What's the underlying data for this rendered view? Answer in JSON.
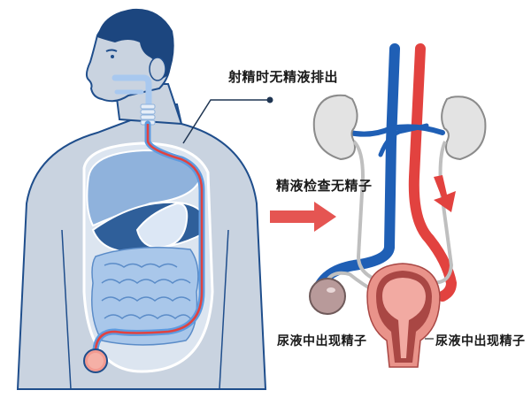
{
  "labels": {
    "no_ejaculate": "射精时无精液排出",
    "semen_no_sperm": "精液检查无精子",
    "urine_sperm_left": "尿液中出现精子",
    "urine_sperm_right": "尿液中出现精子"
  },
  "colors": {
    "body_fill": "#c9d3e0",
    "body_outline": "#1f4e8c",
    "hair": "#1c467f",
    "organ_light": "#8fb2dc",
    "organ_dark": "#2f5f9a",
    "intestine": "#a9c7ea",
    "vein_blue": "#1f5fb5",
    "artery_red": "#e2423f",
    "kidney": "#e3e3e3",
    "bladder": "#e9938a",
    "bladder_dark": "#a94744",
    "testis": "#b89a9a"
  }
}
